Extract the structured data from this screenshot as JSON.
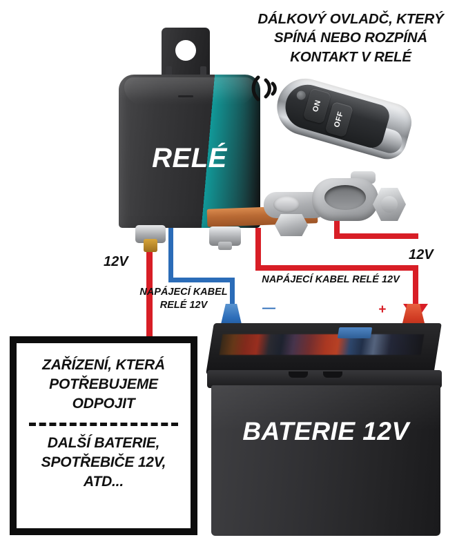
{
  "heading": {
    "line1": "DÁLKOVÝ OVLADČ, KTERÝ",
    "line2": "SPÍNÁ NEBO ROZPÍNÁ",
    "line3": "KONTAKT V RELÉ"
  },
  "relay": {
    "label": "RELÉ"
  },
  "remote": {
    "button_on": "ON",
    "button_off": "OFF"
  },
  "battery": {
    "label": "BATERIE 12V",
    "pole_negative": "—",
    "pole_positive": "+"
  },
  "wiring": {
    "voltage_left": "12V",
    "voltage_right": "12V",
    "label_blue_cable_line1": "NAPÁJECÍ KABEL",
    "label_blue_cable_line2": "RELÉ 12V",
    "label_red_cable": "NAPÁJECÍ KABEL RELÉ 12V"
  },
  "device_box": {
    "line1": "ZAŘÍZENÍ, KTERÁ",
    "line2": "POTŘEBUJEME",
    "line3": "ODPOJIT",
    "line4": "DALŠÍ BATERIE,",
    "line5": "SPOTŘEBIČE 12V,",
    "line6": "ATD..."
  },
  "colors": {
    "wire_red": "#d81e26",
    "wire_blue": "#2b6cb8",
    "relay_body": "#303032",
    "battery_body": "#2d2d30",
    "busbar_copper": "#b96a34",
    "text": "#111111"
  }
}
